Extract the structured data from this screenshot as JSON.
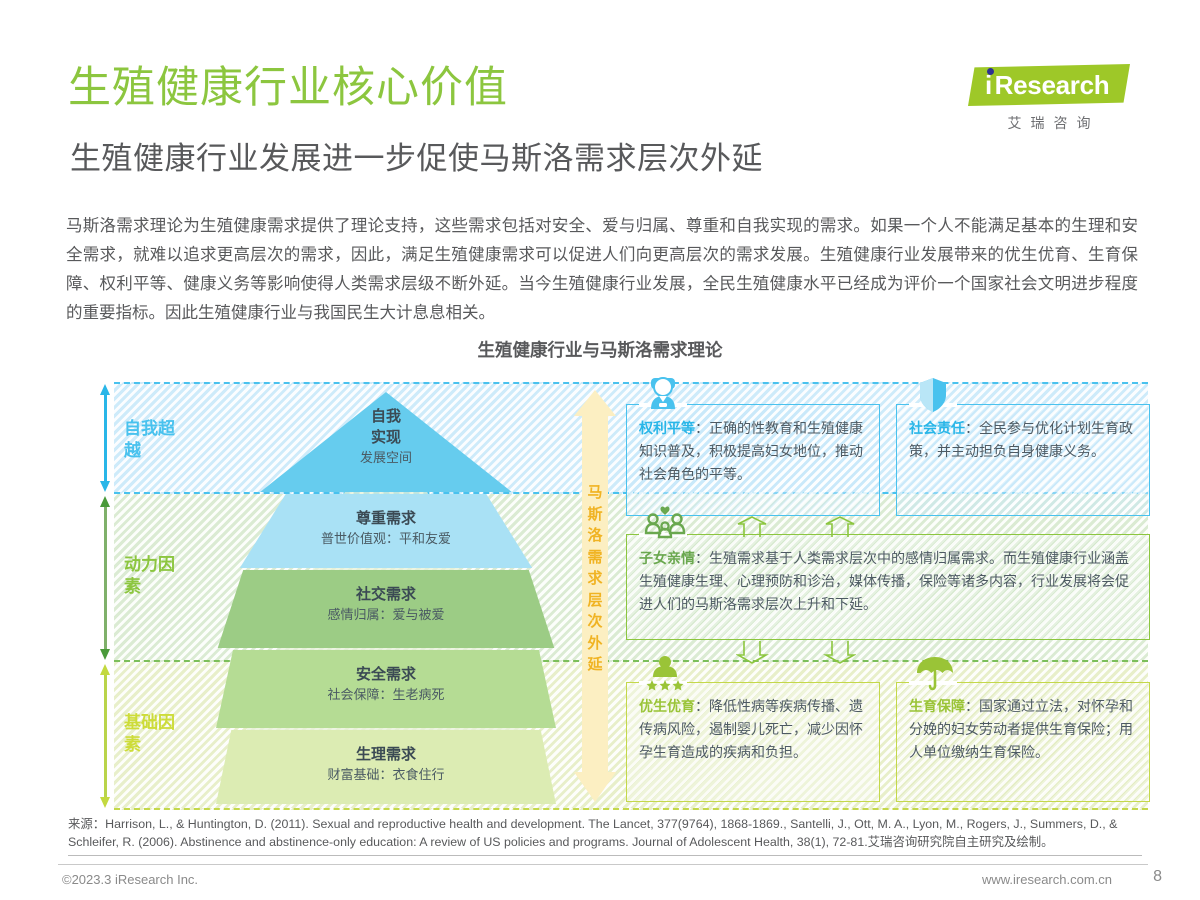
{
  "header": {
    "title": "生殖健康行业核心价值",
    "subtitle": "生殖健康行业发展进一步促使马斯洛需求层次外延",
    "logo_text": "Research",
    "logo_i": "i",
    "logo_cn": "艾瑞咨询"
  },
  "body_paragraph": "马斯洛需求理论为生殖健康需求提供了理论支持，这些需求包括对安全、爱与归属、尊重和自我实现的需求。如果一个人不能满足基本的生理和安全需求，就难以追求更高层次的需求，因此，满足生殖健康需求可以促进人们向更高层次的需求发展。生殖健康行业发展带来的优生优育、生育保障、权利平等、健康义务等影响使得人类需求层级不断外延。当今生殖健康行业发展，全民生殖健康水平已经成为评价一个国家社会文明进步程度的重要指标。因此生殖健康行业与我国民生大计息息相关。",
  "chart_title": "生殖健康行业与马斯洛需求理论",
  "chart_data": {
    "type": "diagram",
    "title": "生殖健康行业与马斯洛需求理论",
    "bands": [
      {
        "label": "自我超越",
        "color": "#49c2ee"
      },
      {
        "label": "动力因素",
        "color": "#8cc63f"
      },
      {
        "label": "基础因素",
        "color": "#cddc39"
      }
    ],
    "pyramid_tiers": [
      {
        "main": "自我",
        "main2": "实现",
        "sub": "发展空间",
        "color": "#66ccee"
      },
      {
        "main": "尊重需求",
        "sub": "普世价值观：平和友爱",
        "color": "#a9e1f5"
      },
      {
        "main": "社交需求",
        "sub": "感情归属：爱与被爱",
        "color": "#9ccc85"
      },
      {
        "main": "安全需求",
        "sub": "社会保障：生老病死",
        "color": "#b5dc94"
      },
      {
        "main": "生理需求",
        "sub": "财富基础：衣食住行",
        "color": "#dcecb3"
      }
    ],
    "vertical_arrow": [
      "马",
      "斯",
      "洛",
      "需",
      "求",
      "层",
      "次",
      "外",
      "延"
    ],
    "cards": [
      {
        "id": "quanli",
        "keyword": "权利平等",
        "icon": "nurse-icon",
        "text": "：正确的性教育和生殖健康知识普及，积极提高妇女地位，推动社会角色的平等。",
        "accent": "#29b6e8"
      },
      {
        "id": "shehui",
        "keyword": "社会责任",
        "icon": "shield-icon",
        "text": "：全民参与优化计划生育政策，并主动担负自身健康义务。",
        "accent": "#29b6e8"
      },
      {
        "id": "ziqin",
        "keyword": "子女亲情",
        "icon": "family-icon",
        "text": "：生殖需求基于人类需求层次中的感情归属需求。而生殖健康行业涵盖生殖健康生理、心理预防和诊治，媒体传播，保险等诸多内容，行业发展将会促进人们的马斯洛需求层次上升和下延。",
        "accent": "#6aa84f"
      },
      {
        "id": "yousheng",
        "keyword": "优生优育",
        "icon": "person-stars-icon",
        "text": "：降低性病等疾病传播、遗传病风险，遏制婴儿死亡，减少因怀孕生育造成的疾病和负担。",
        "accent": "#9ac437"
      },
      {
        "id": "shengyu",
        "keyword": "生育保障",
        "icon": "umbrella-icon",
        "text": "：国家通过立法，对怀孕和分娩的妇女劳动者提供生育保险；用人单位缴纳生育保险。",
        "accent": "#9ac437"
      }
    ]
  },
  "source": {
    "label": "来源：",
    "text": "Harrison, L., & Huntington, D. (2011). Sexual and reproductive health and development. The Lancet, 377(9764), 1868-1869.,  Santelli, J., Ott, M. A., Lyon, M., Rogers, J., Summers, D., & Schleifer, R. (2006). Abstinence and abstinence-only education: A review of US policies and programs. Journal of Adolescent Health, 38(1), 72-81.艾瑞咨询研究院自主研究及绘制。"
  },
  "footer": {
    "copyright": "©2023.3 iResearch Inc.",
    "website": "www.iresearch.com.cn",
    "page": "8"
  }
}
